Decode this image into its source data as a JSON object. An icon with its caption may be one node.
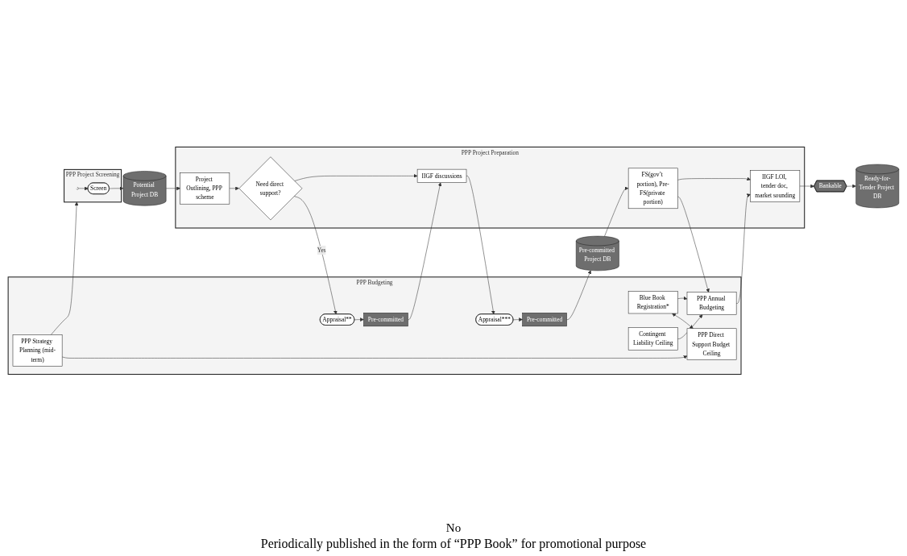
{
  "diagram": {
    "caption": "Periodically published in the form of “PPP Book” for promotional purpose",
    "nodes": [
      {
        "text": [
          "PPP Budgeting"
        ]
      },
      {
        "text": [
          "PPP Strategy Planning (mid-term)"
        ],
        "in": 0
      },
      {
        "text": [
          "Blue Book Registration*"
        ],
        "in": 0
      },
      {
        "text": [
          "PPP Direct Support Budget Ceiling"
        ],
        "in": 0
      },
      {
        "text": [
          "Pre-committed"
        ],
        "in": 0
      },
      {
        "text": [
          "Contingent Liability Ceiling"
        ],
        "in": 0
      },
      {
        "text": [
          "Pre-committed"
        ],
        "in": 0
      },
      {
        "text": [
          "PPP Annual Budgeting"
        ],
        "in": 0
      },
      {
        "text": [
          "Appraisal**"
        ],
        "in": 0
      },
      {
        "text": [
          "Appraisal***"
        ],
        "in": 0
      },
      {
        "text": [
          "PPP Project Screening"
        ]
      },
      {
        "text": [],
        "shape": "circle",
        "in": 10
      },
      {
        "text": [
          "Screen"
        ],
        "in": 10
      },
      {
        "text": [
          "PPP Project Preparation"
        ]
      },
      {
        "text": [
          "Project Outlining, PPP scheme"
        ],
        "in": 13
      },
      {
        "text": [
          "Need direct support?"
        ],
        "in": 13
      },
      {
        "text": [
          "IIGF discussions"
        ],
        "in": 13
      },
      {
        "text": [
          "FS(gov’t portion), Pre-FS(private portion)"
        ],
        "in": 13
      },
      {
        "text": [
          "IIGF LOI, tender doc, market sounding"
        ],
        "in": 13
      },
      {
        "text": [
          "Bankable"
        ]
      },
      {
        "text": [
          "Potential Project DB"
        ]
      },
      {
        "text": [
          "Pre-committed Project DB"
        ]
      },
      {
        "text": [
          "Ready-for-Tender Project DB"
        ]
      }
    ],
    "edges": [
      {
        "from": 1,
        "to": 3,
        "arrow": "to"
      },
      {
        "from": 2,
        "to": 3,
        "arrow": "both"
      },
      {
        "from": 1,
        "to": 10,
        "arrow": "to"
      },
      {
        "from": 2,
        "to": 7,
        "arrow": "to"
      },
      {
        "from": 5,
        "to": 7,
        "arrow": "to"
      },
      {
        "from": 8,
        "to": 4,
        "arrow": "to"
      },
      {
        "from": 9,
        "to": 6,
        "arrow": "to"
      },
      {
        "from": 15,
        "to": 8,
        "label": "Yes",
        "arrow": "to"
      },
      {
        "from": 4,
        "to": 16,
        "arrow": "to"
      },
      {
        "from": 16,
        "to": 9,
        "arrow": "to"
      },
      {
        "from": 11,
        "to": 12,
        "arrow": "to"
      },
      {
        "from": 12,
        "to": 20,
        "arrow": "to"
      },
      {
        "from": 20,
        "to": 14,
        "arrow": "to"
      },
      {
        "from": 14,
        "to": 15,
        "arrow": "to"
      },
      {
        "from": 15,
        "to": 16,
        "arrow": "to"
      },
      {
        "from": 6,
        "to": 21,
        "arrow": "to"
      },
      {
        "from": 21,
        "to": 17,
        "arrow": "to"
      },
      {
        "from": 17,
        "to": 7,
        "arrow": "to"
      },
      {
        "from": 17,
        "to": 18,
        "arrow": "to"
      },
      {
        "from": 7,
        "to": 18,
        "arrow": "to"
      },
      {
        "from": 18,
        "to": 19,
        "arrow": "to"
      },
      {
        "from": 19,
        "to": 22,
        "arrow": "to"
      }
    ],
    "labels": [
      "No"
    ]
  }
}
